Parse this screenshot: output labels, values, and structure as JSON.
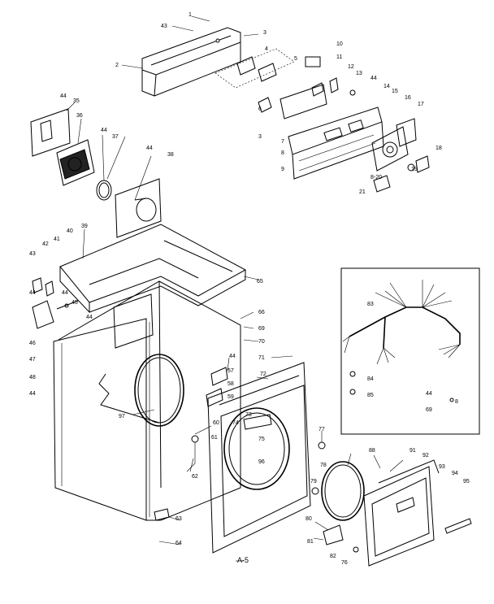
{
  "callouts": [
    "1",
    "2",
    "3",
    "3",
    "4",
    "5",
    "6",
    "7",
    "8",
    "9",
    "10",
    "11",
    "12",
    "13",
    "14",
    "15",
    "16",
    "17",
    "18",
    "19",
    "8-20",
    "21",
    "35",
    "36",
    "37",
    "38",
    "39",
    "40",
    "41",
    "42",
    "43",
    "44",
    "45",
    "46",
    "47",
    "48",
    "57",
    "58",
    "59",
    "60",
    "61",
    "62",
    "63",
    "64",
    "65",
    "66",
    "69",
    "70",
    "71",
    "72",
    "73",
    "74",
    "75",
    "76",
    "77",
    "78",
    "79",
    "80",
    "81",
    "82",
    "83",
    "84",
    "85",
    "88",
    "91",
    "92",
    "93",
    "94",
    "95",
    "96",
    "97",
    "43",
    "44",
    "44",
    "44",
    "44",
    "44",
    "44",
    "44",
    "44",
    "44",
    "8",
    "69"
  ],
  "caption": "A-5"
}
